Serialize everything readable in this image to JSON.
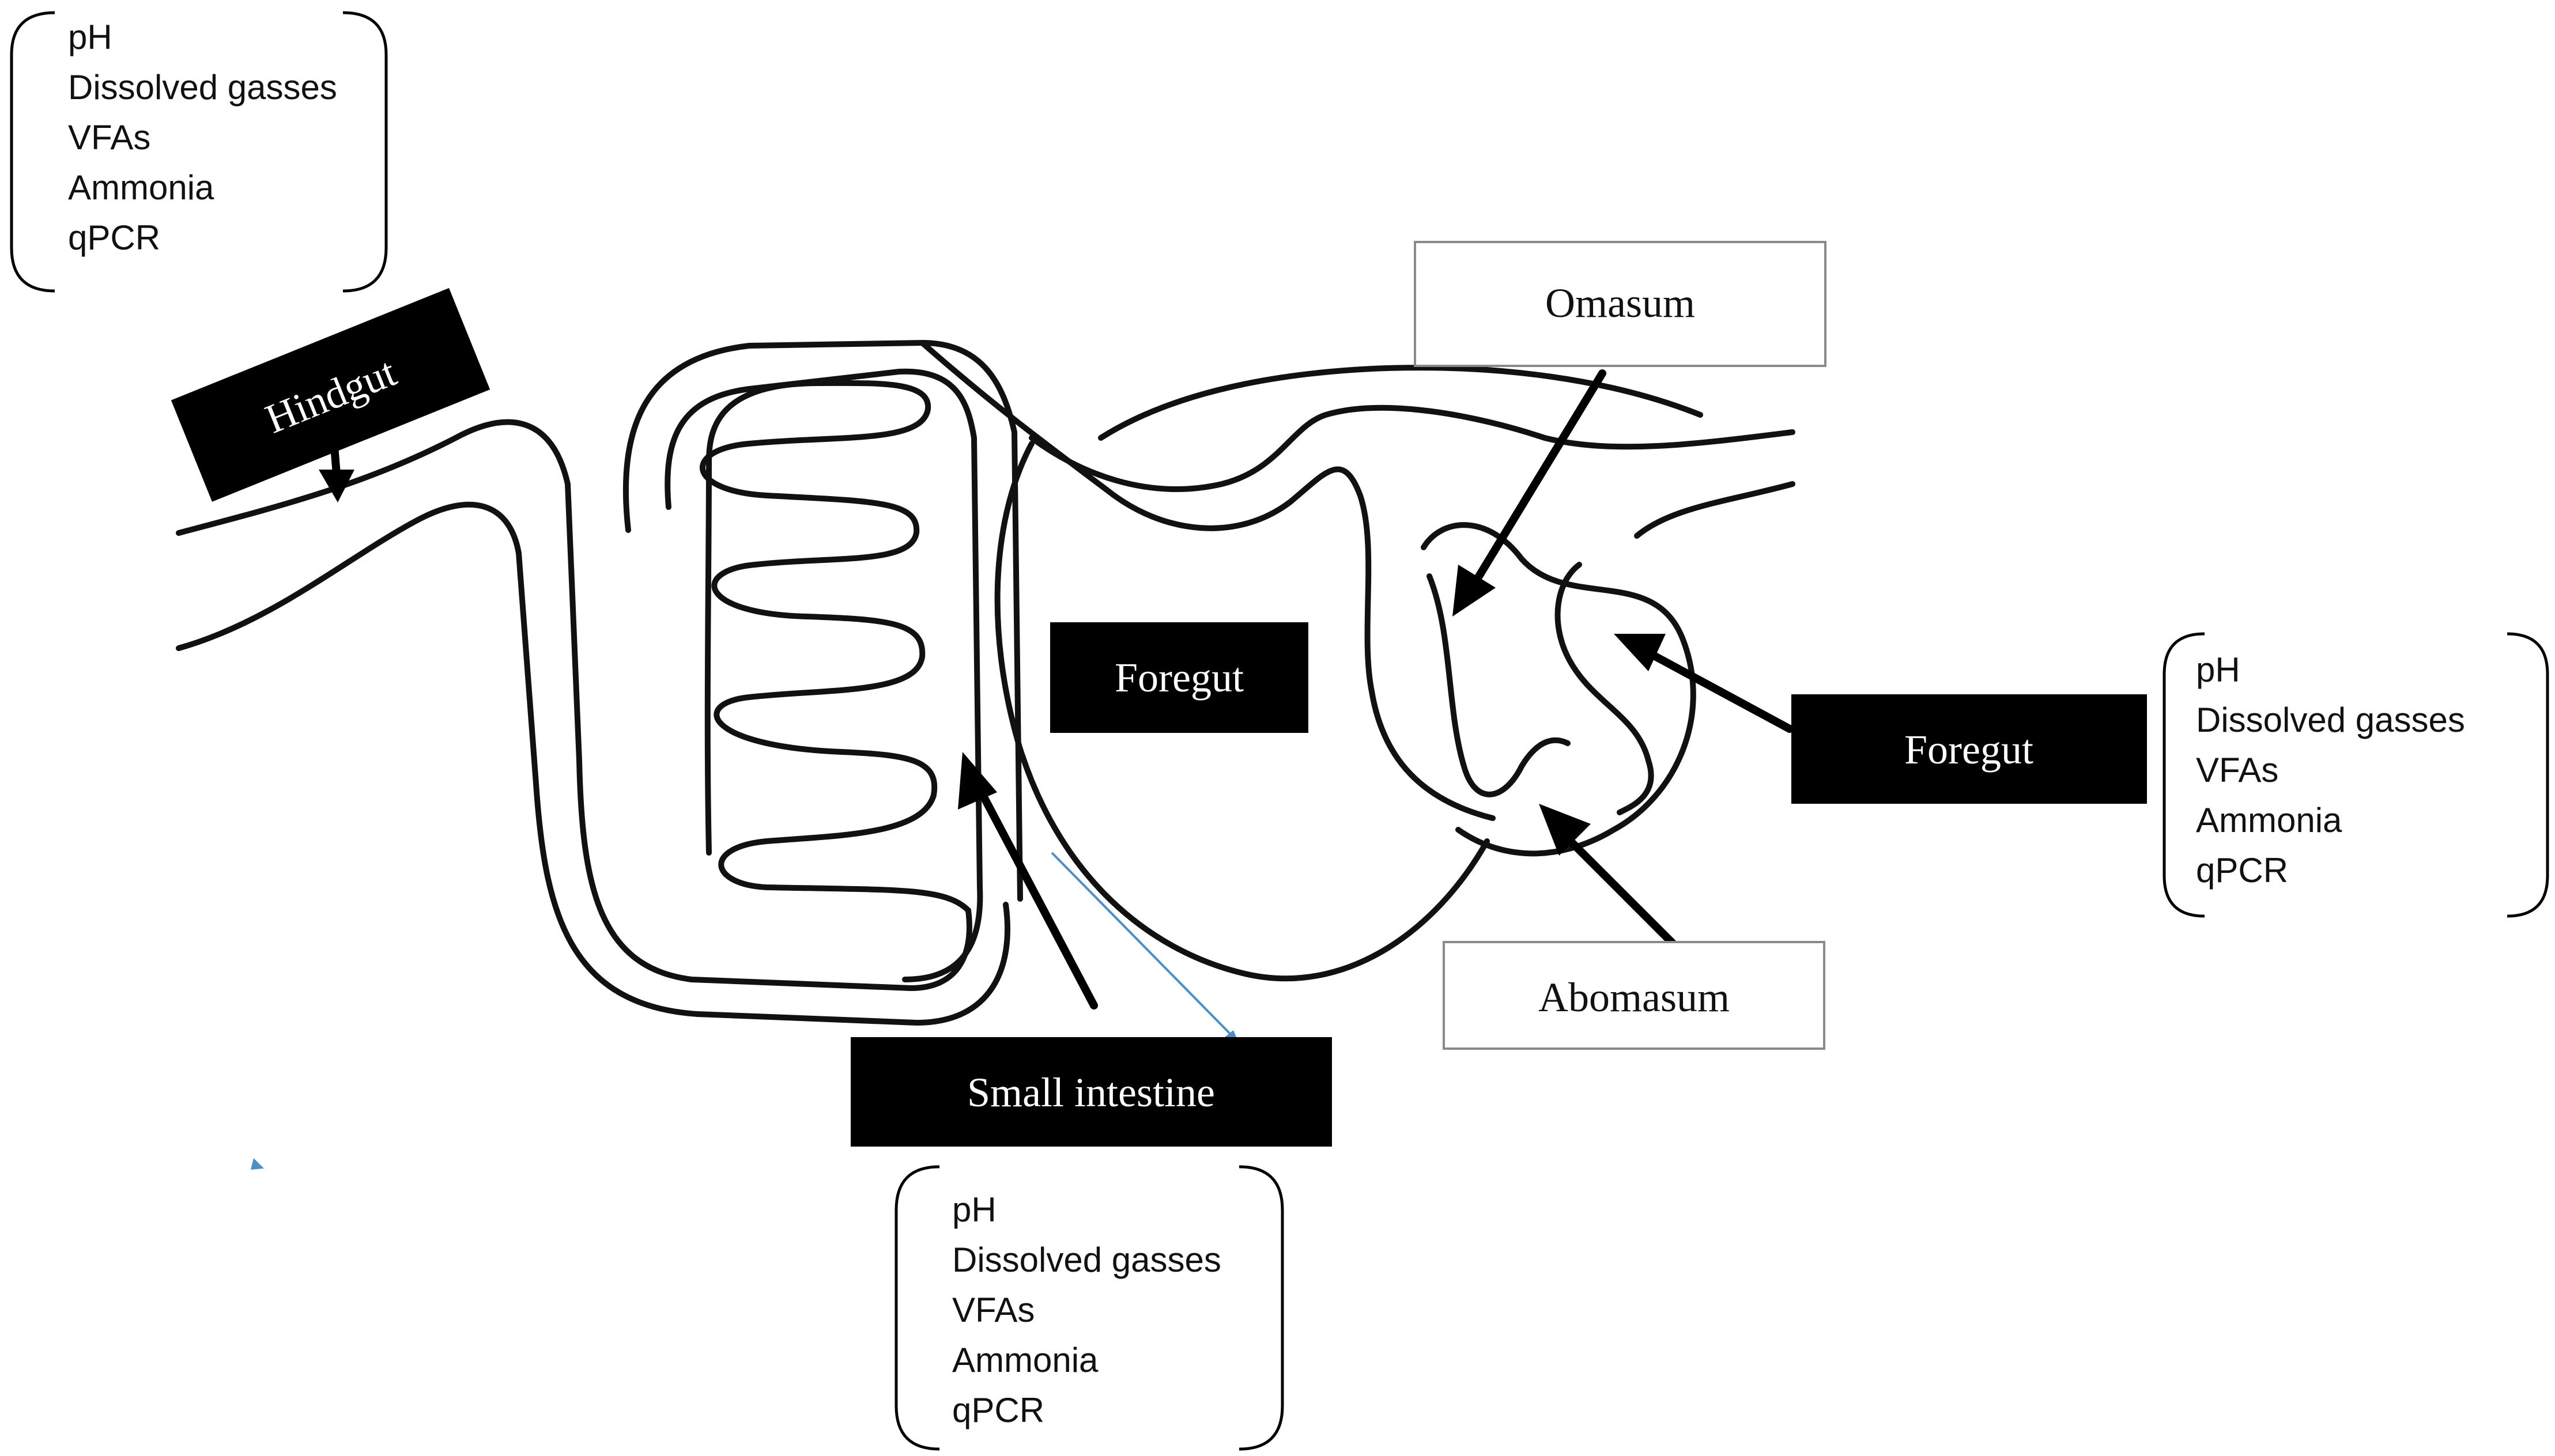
{
  "labels": {
    "hindgut": "Hindgut",
    "foregut_center": "Foregut",
    "foregut_right": "Foregut",
    "small_intestine": "Small intestine",
    "omasum": "Omasum",
    "abomasum": "Abomasum"
  },
  "measurement_lists": {
    "hindgut": [
      "pH",
      "Dissolved gasses",
      "VFAs",
      "Ammonia",
      "qPCR"
    ],
    "foregut": [
      "pH",
      "Dissolved gasses",
      "VFAs",
      "Ammonia",
      "qPCR"
    ],
    "small_intestine": [
      "pH",
      "Dissolved gasses",
      "VFAs",
      "Ammonia",
      "qPCR"
    ]
  }
}
